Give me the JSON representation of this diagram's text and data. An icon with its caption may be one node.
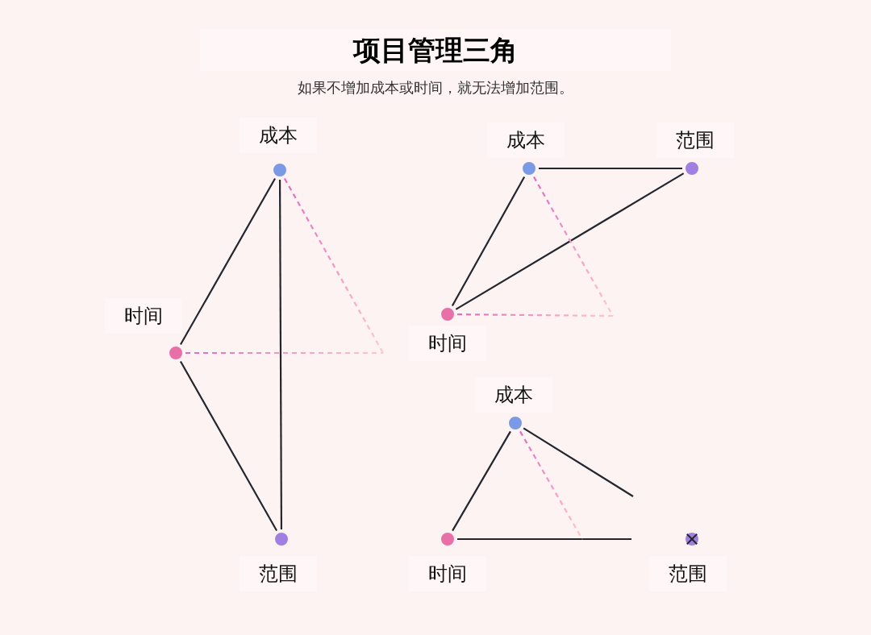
{
  "diagram": {
    "title": "项目管理三角",
    "caption": "如果不增加成本或时间，就无法增加范围。",
    "nodes": [
      {
        "text": [],
        "shape": "circle",
        "beside": [
          "成本"
        ]
      },
      {
        "text": [],
        "shape": "circle",
        "beside": [
          "时间"
        ]
      },
      {
        "text": [],
        "shape": "circle",
        "beside": [
          "范围"
        ]
      },
      {
        "text": [],
        "shape": "circle",
        "beside": [
          "成本"
        ]
      },
      {
        "text": [],
        "shape": "circle",
        "beside": [
          "范围"
        ]
      },
      {
        "text": [],
        "shape": "circle",
        "beside": [
          "时间"
        ]
      },
      {
        "text": [],
        "shape": "circle",
        "beside": [
          "成本"
        ]
      },
      {
        "text": [],
        "shape": "circle",
        "beside": [
          "时间"
        ]
      },
      {
        "text": [],
        "shape": "circle",
        "beside": [
          "范围"
        ]
      }
    ],
    "edges": [
      {
        "from": 0,
        "to": 1,
        "arrow": "none"
      },
      {
        "from": 0,
        "to": 2,
        "arrow": "none"
      },
      {
        "from": 1,
        "to": 2,
        "arrow": "none"
      },
      {
        "from": 0,
        "to": null,
        "arrow": "none",
        "style": "dashed",
        "color": "#e066c0"
      },
      {
        "from": 1,
        "to": null,
        "arrow": "none",
        "style": "dashed",
        "color": "#e066c0"
      },
      {
        "from": 3,
        "to": 4,
        "arrow": "none"
      },
      {
        "from": 4,
        "to": 5,
        "arrow": "none"
      },
      {
        "from": 3,
        "to": 5,
        "arrow": "none"
      },
      {
        "from": 3,
        "to": null,
        "arrow": "none",
        "style": "dashed",
        "color": "#e066c0"
      },
      {
        "from": 5,
        "to": null,
        "arrow": "none",
        "style": "dashed",
        "color": "#e066c0"
      },
      {
        "from": 6,
        "to": 7,
        "arrow": "none"
      },
      {
        "from": 6,
        "to": null,
        "arrow": "none"
      },
      {
        "from": 7,
        "to": null,
        "arrow": "none"
      },
      {
        "from": 6,
        "to": null,
        "arrow": "none",
        "style": "dashed",
        "color": "#e066c0"
      }
    ]
  }
}
